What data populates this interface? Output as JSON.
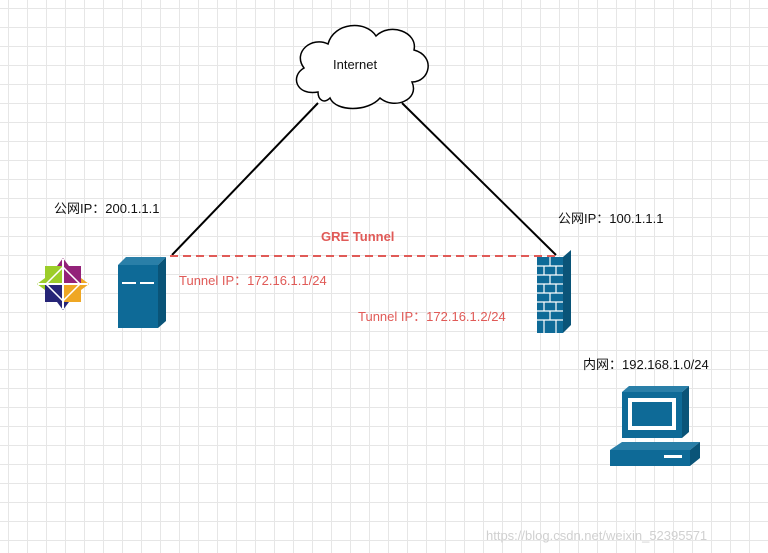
{
  "cloud": {
    "label": "Internet"
  },
  "left_host": {
    "public_ip_label": "公网IP：200.1.1.1",
    "tunnel_ip_label": "Tunnel IP：172.16.1.1/24"
  },
  "right_host": {
    "public_ip_label": "公网IP：100.1.1.1",
    "tunnel_ip_label": "Tunnel IP：172.16.1.2/24"
  },
  "tunnel": {
    "label": "GRE Tunnel"
  },
  "lan": {
    "label": "内网：192.168.1.0/24"
  },
  "watermark": "https://blog.csdn.net/weixin_52395571",
  "icons": [
    "centos-logo-icon",
    "server-icon",
    "firewall-icon",
    "desktop-computer-icon",
    "cloud-icon"
  ],
  "colors": {
    "tunnel": "#e05a57",
    "device": "#0e6a97",
    "link": "#000000"
  }
}
